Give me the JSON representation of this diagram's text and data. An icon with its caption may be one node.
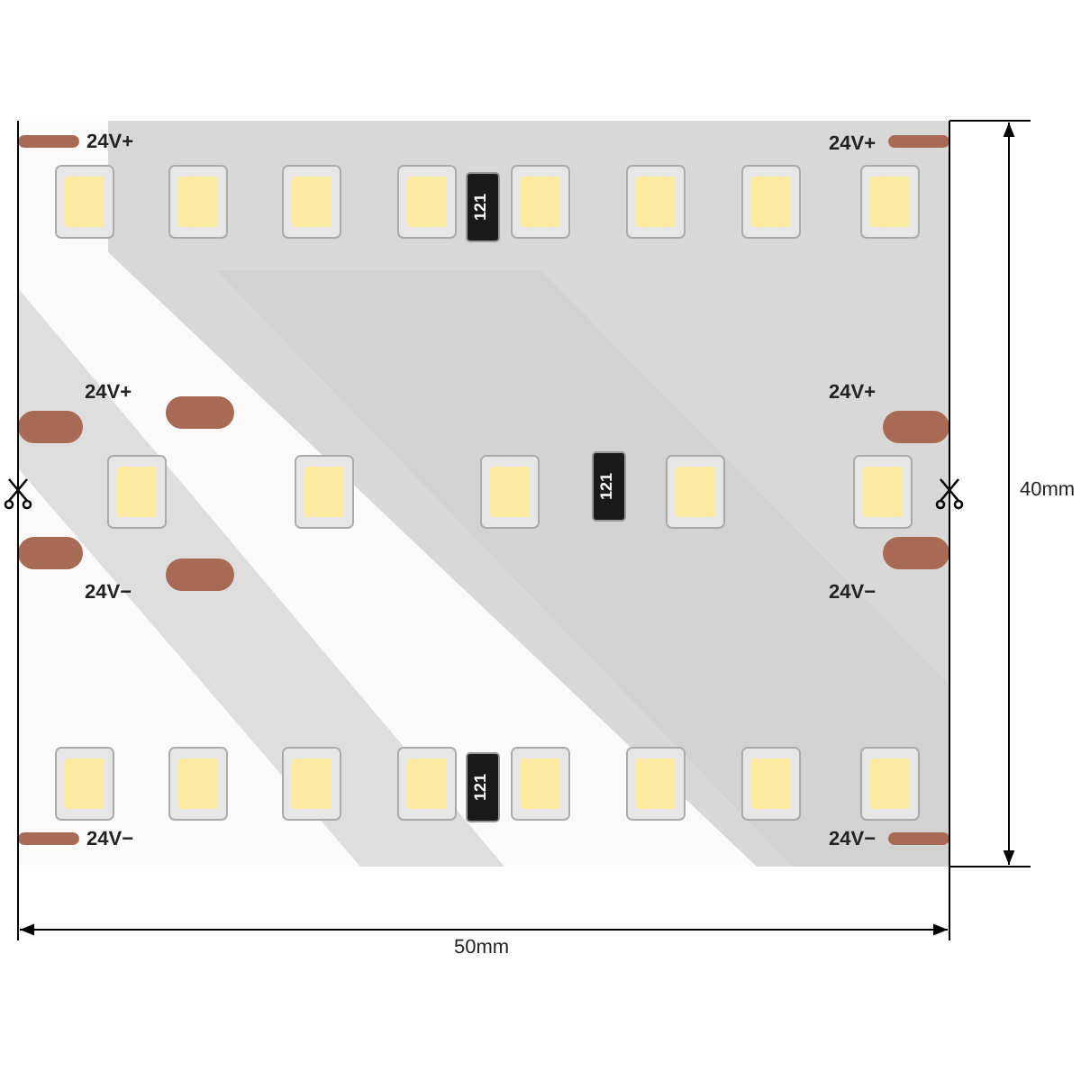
{
  "diagram": {
    "labels": [
      "24V+",
      "24V+",
      "121",
      "24V+",
      "24V+",
      "121",
      "40mm",
      "24V−",
      "24V−",
      "121",
      "24V−",
      "24V−",
      "50mm"
    ]
  }
}
